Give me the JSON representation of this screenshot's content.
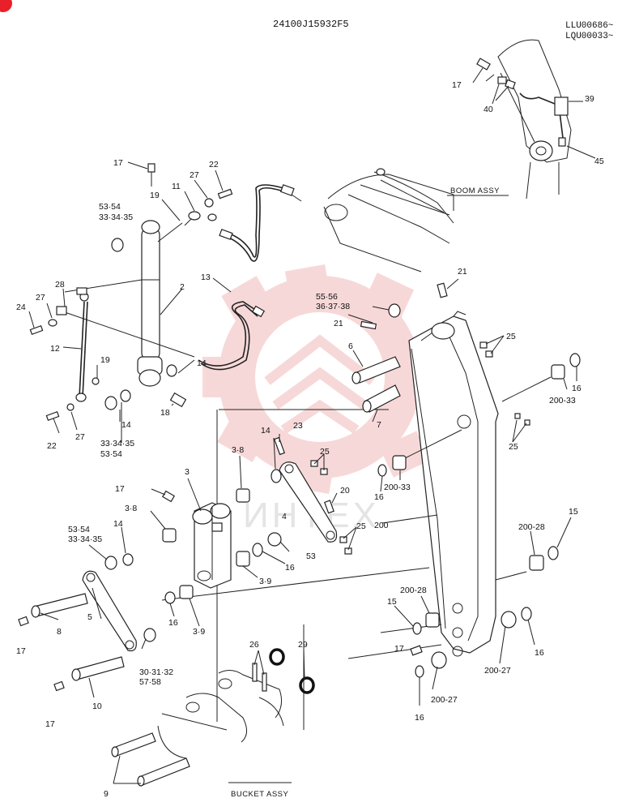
{
  "header": {
    "code": "24100J15932F5",
    "serial_1": "LLU00686~",
    "serial_2": "LQU00033~",
    "corner_icon": "red-circle-badge-icon",
    "accent": "#e8202a"
  },
  "assemblies": {
    "boom": "BOOM ASSY",
    "bucket": "BUCKET ASSY"
  },
  "watermark": {
    "icon": "gear-logo-watermark-icon",
    "color": "#f3c7c7",
    "text": "ИНТЕХ"
  },
  "callouts": {
    "c17a": "17",
    "c19": "19",
    "c5354a": "53·54",
    "c3335a": "33·34·35",
    "c11": "11",
    "c27a": "27",
    "c22a": "22",
    "c2": "2",
    "c13": "13",
    "c28": "28",
    "c27b": "27",
    "c24": "24",
    "c12": "12",
    "c19b": "19",
    "c14a": "14",
    "c22b": "22",
    "c27c": "27",
    "c3335b": "33·34·35",
    "c5354b": "53·54",
    "c14b": "14",
    "c18": "18",
    "c5556": "55·56",
    "c363738": "36·37·38",
    "c21a": "21",
    "c21b": "21",
    "c6": "6",
    "c7": "7",
    "c25a": "25",
    "c16a": "16",
    "c20033a": "200-33",
    "c25b": "25",
    "c14c": "14",
    "c23": "23",
    "c25c": "25",
    "c20": "20",
    "c4": "4",
    "c16b": "16",
    "c20033b": "200-33",
    "c25d": "25",
    "c38a": "3·8",
    "c3": "3",
    "c17b": "17",
    "c38b": "3·8",
    "c5354c": "53·54",
    "c3335c": "33·34·35",
    "c14d": "14",
    "c16c": "16",
    "c53": "53",
    "c39a": "3·9",
    "c39b": "3·9",
    "c200": "200",
    "c20028a": "200-28",
    "c15a": "15",
    "c8": "8",
    "c17c": "17",
    "c5": "5",
    "c16d": "16",
    "c303132": "30·31·32",
    "c5758": "57·58",
    "c10": "10",
    "c17d": "17",
    "c26": "26",
    "c29": "29",
    "c20028b": "200-28",
    "c15b": "15",
    "c17e": "17",
    "c20027a": "200-27",
    "c16e": "16",
    "c20027b": "200-27",
    "c16f": "16",
    "c9": "9",
    "c17f": "17",
    "c40": "40",
    "c39": "39",
    "c45": "45"
  }
}
